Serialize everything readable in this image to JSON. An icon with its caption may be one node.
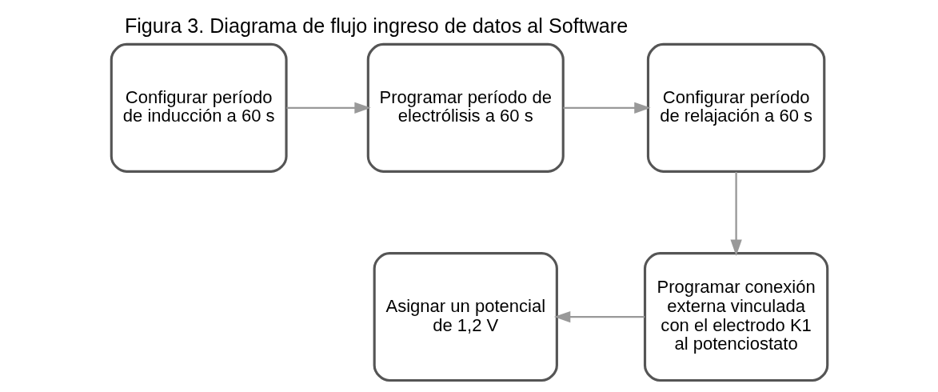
{
  "diagram": {
    "title": "Figura 3. Diagrama de flujo ingreso de datos al Software",
    "nodes": [
      {
        "text": [
          "Configurar período de inducción a 60 s"
        ]
      },
      {
        "text": [
          "Programar período de electrólisis a 60 s"
        ]
      },
      {
        "text": [
          "Configurar período de relajación a 60 s"
        ]
      },
      {
        "text": [
          "Programar conexión externa vinculada con el electrodo K1 al potenciostato"
        ]
      },
      {
        "text": [
          "Asignar un potencial de 1,2 V"
        ]
      }
    ],
    "edges": [
      {
        "from": 0,
        "to": 1,
        "arrow": "to"
      },
      {
        "from": 1,
        "to": 2,
        "arrow": "to"
      },
      {
        "from": 2,
        "to": 3,
        "arrow": "to"
      },
      {
        "from": 3,
        "to": 4,
        "arrow": "to"
      }
    ]
  }
}
